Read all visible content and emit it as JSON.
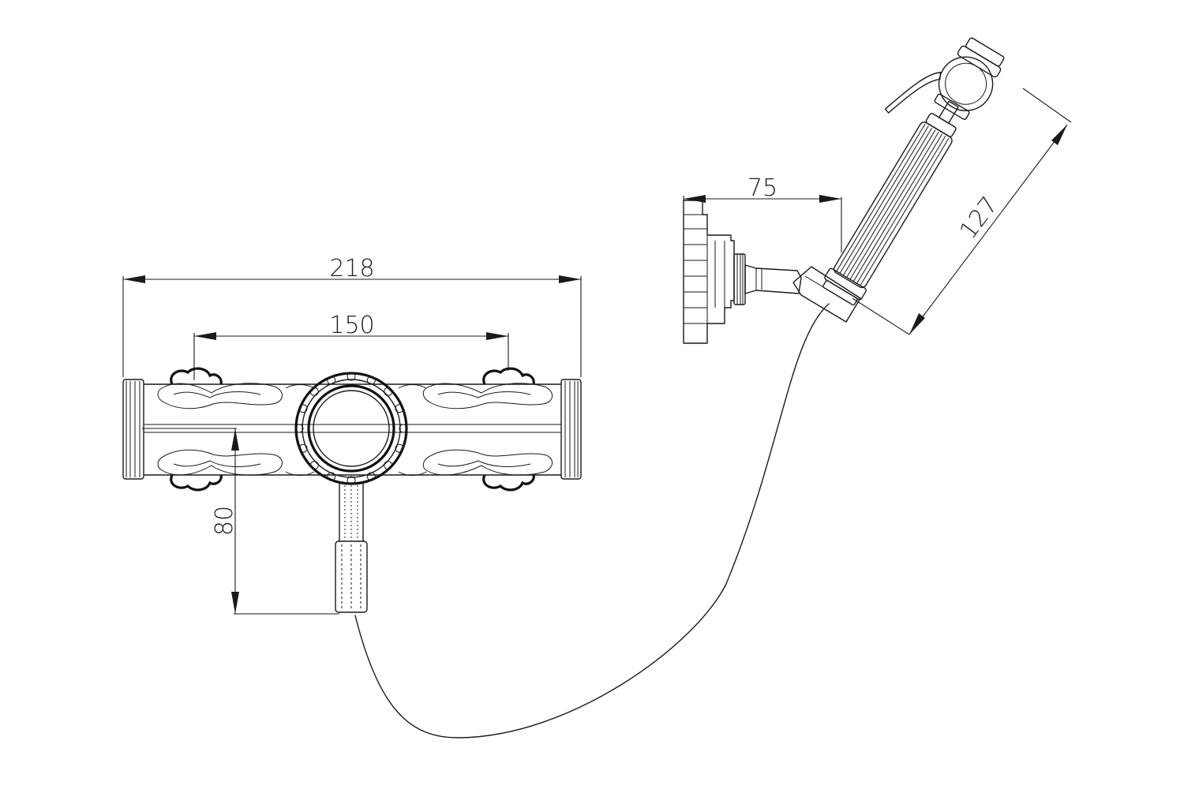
{
  "diagram": {
    "line_color": "#1a1a1a",
    "background": "#ffffff",
    "dimensions": {
      "overall_width": "218",
      "inlet_spacing": "150",
      "handle_drop": "80",
      "bracket_projection": "75",
      "handset_length": "127"
    }
  }
}
